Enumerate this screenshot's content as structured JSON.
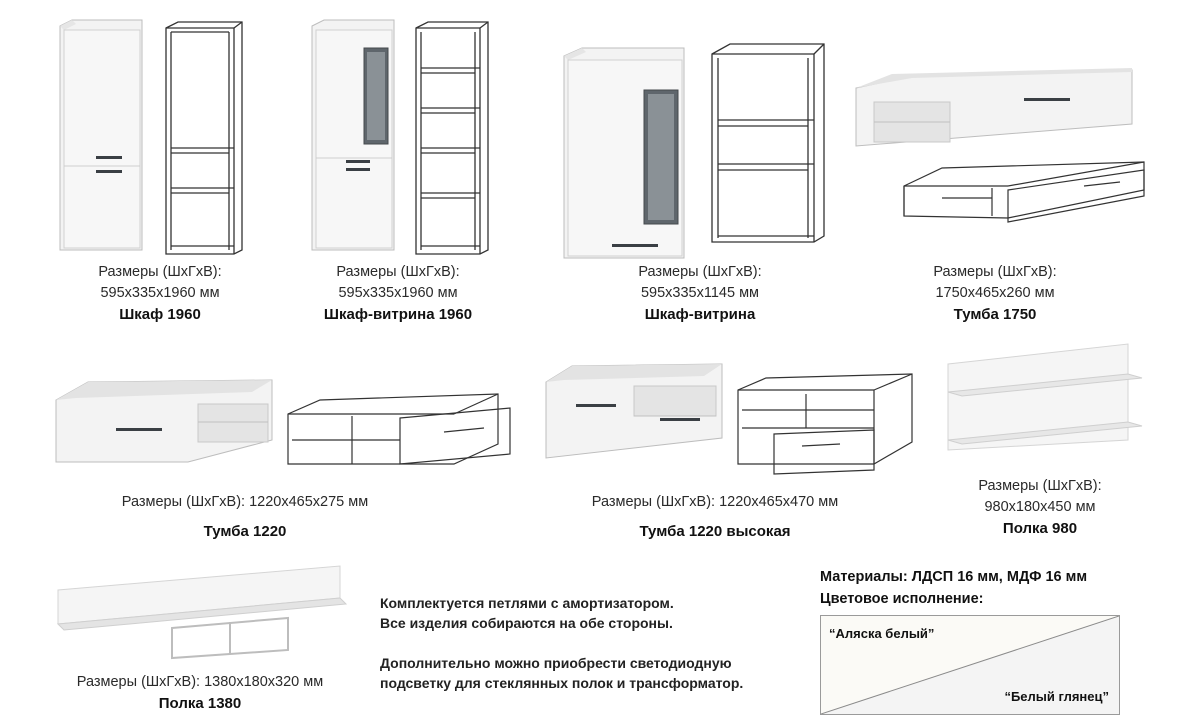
{
  "products": [
    {
      "dims_label": "Размеры (ШхГхВ):",
      "dims": "595x335x1960 мм",
      "name": "Шкаф 1960"
    },
    {
      "dims_label": "Размеры (ШхГхВ):",
      "dims": "595x335x1960 мм",
      "name": "Шкаф-витрина 1960"
    },
    {
      "dims_label": "Размеры (ШхГхВ):",
      "dims": "595x335x1145 мм",
      "name": "Шкаф-витрина"
    },
    {
      "dims_label": "Размеры (ШхГхВ):",
      "dims": "1750x465x260 мм",
      "name": "Тумба 1750"
    },
    {
      "dims_label": "Размеры (ШхГхВ): 1220x465x275 мм",
      "name": "Тумба 1220"
    },
    {
      "dims_label": "Размеры (ШхГхВ): 1220x465x470 мм",
      "name": "Тумба 1220 высокая"
    },
    {
      "dims_label": "Размеры (ШхГхВ):",
      "dims": "980x180x450 мм",
      "name": "Полка 980"
    },
    {
      "dims_label": "Размеры (ШхГхВ): 1380x180x320 мм",
      "name": "Полка 1380"
    }
  ],
  "notes": {
    "line1": "Комплектуется петлями с амортизатором.",
    "line2": "Все изделия собираются на обе стороны.",
    "line3": "Дополнительно можно приобрести светодиодную",
    "line4": "подсветку для стеклянных полок и трансформатор."
  },
  "materials": {
    "materials_line": "Материалы: ЛДСП 16 мм, МДФ 16 мм",
    "color_line": "Цветовое исполнение:",
    "color_1": "“Аляска белый”",
    "color_2": "“Белый глянец”"
  },
  "colors": {
    "panel": "#f1f1f1",
    "panel_shade": "#dcdcdc",
    "line": "#333333",
    "handle": "#3a3f44",
    "glass": "#5f666c"
  }
}
